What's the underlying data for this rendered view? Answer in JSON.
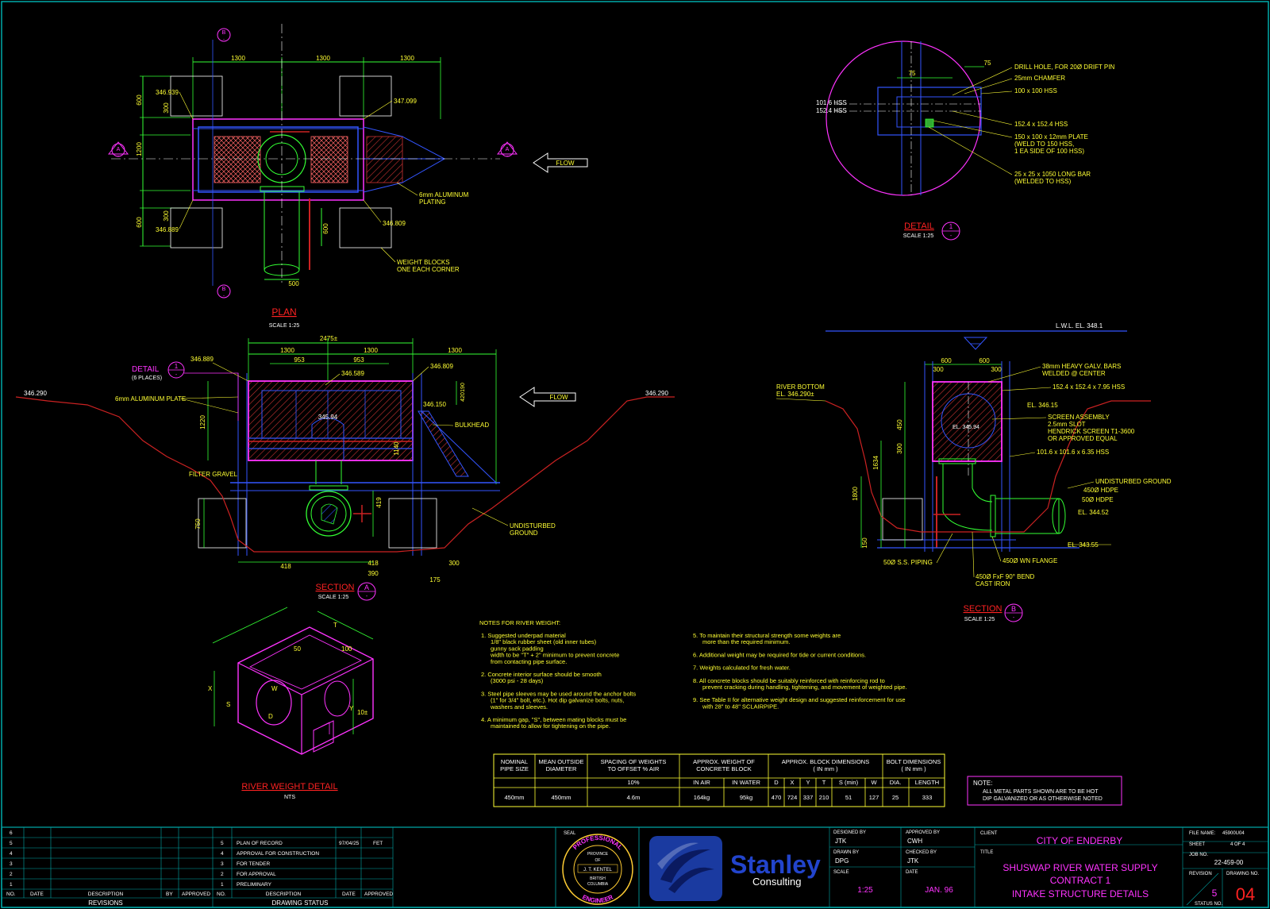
{
  "colors": {
    "background": "#000000",
    "dim": "#33ff33",
    "label": "#ffff33",
    "outline": "#ff33ff",
    "structure": "#3355ff",
    "section_title": "#ff2222",
    "ground": "#cc2222",
    "frame": "#00aaaa",
    "white": "#ffffff"
  },
  "plan": {
    "title": "PLAN",
    "scale": "SCALE 1:25",
    "dims_top": [
      "1300",
      "1300",
      "1300"
    ],
    "dims_left": [
      "600",
      "300",
      "1200",
      "300",
      "600"
    ],
    "dim_bottom": "500",
    "dim_right": "600",
    "elev_tl": "346.939",
    "elev_tr": "347.099",
    "elev_bl": "346.889",
    "elev_br": "346.809",
    "plating_note": [
      "6mm ALUMINUM",
      "PLATING"
    ],
    "blocks_note": [
      "WEIGHT BLOCKS",
      "ONE EACH CORNER"
    ],
    "flow": "FLOW",
    "marker_a": "A",
    "marker_b": "B",
    "marker_dash": "-"
  },
  "detail1": {
    "title": "DETAIL",
    "number": "1",
    "sub": "-",
    "scale": "SCALE 1:25",
    "dim_75a": "75",
    "dim_75b": "75",
    "hss_a": "101.6 HSS",
    "hss_b": "152.4 HSS",
    "notes": [
      "DRILL HOLE, FOR 20Ø DRIFT PIN",
      "25mm CHAMFER",
      "100 x 100 HSS",
      "152.4 x 152.4 HSS",
      "150 x 100 x 12mm PLATE",
      "(WELD TO 150 HSS,",
      "1 EA SIDE OF 100 HSS)",
      "25 x 25 x 1050 LONG BAR",
      "(WELDED TO HSS)"
    ]
  },
  "section_a": {
    "title": "SECTION",
    "letter": "A",
    "sub": "-",
    "scale": "SCALE 1:25",
    "detail_callout": "DETAIL",
    "detail_num": "1",
    "detail_sub": "-",
    "detail_places": "(6 PLACES)",
    "dims_top_total": "2475±",
    "dims_top": [
      "1300",
      "1300",
      "1300"
    ],
    "dims_inner": [
      "953",
      "953"
    ],
    "elev_left": "346.889",
    "elev_mid": "346.589",
    "elev_right": "346.809",
    "elev_inner": "345.94",
    "elev_150": "346.150",
    "dims_right_small": [
      "190",
      "420"
    ],
    "dim_1220": "1220",
    "dim_1140": "1140",
    "ground_left": "346.290",
    "ground_right": "346.290",
    "plate": "6mm ALUMINUM PLATE",
    "bulkhead": "BULKHEAD",
    "gravel": "FILTER GRAVEL",
    "undisturbed": [
      "UNDISTURBED",
      "GROUND"
    ],
    "dim_750": "750",
    "dim_419": "419",
    "dims_bottom": [
      "418",
      "418",
      "390",
      "300",
      "175"
    ],
    "flow": "FLOW"
  },
  "section_b": {
    "title": "SECTION",
    "letter": "B",
    "sub": "-",
    "scale": "SCALE 1:25",
    "lwl": "L.W.L. EL. 348.1",
    "river_bottom": [
      "RIVER BOTTOM",
      "EL. 346.290±"
    ],
    "dims_top": [
      "600",
      "600"
    ],
    "dims_small": [
      "300",
      "300"
    ],
    "bars": [
      "38mm HEAVY GALV. BARS",
      "WELDED @ CENTER"
    ],
    "hss1": "152.4 x 152.4 x 7.95 HSS",
    "el_1": "EL. 346.15",
    "el_inner": "EL. 345.94",
    "screen": [
      "SCREEN ASSEMBLY",
      "2.5mm SLOT",
      "HENDRICK SCREEN T1-3600",
      "OR APPROVED EQUAL"
    ],
    "hss2": "101.6 x 101.6 x 6.35 HSS",
    "undisturbed": "UNDISTURBED GROUND",
    "hdpe1": "450Ø HDPE",
    "hdpe2": "50Ø HDPE",
    "el_2": "EL. 344.52",
    "el_3": "EL. 343.55",
    "piping": "50Ø S.S. PIPING",
    "flange": "450Ø WN FLANGE",
    "bend": [
      "450Ø FxF 90° BEND",
      "CAST IRON"
    ],
    "dims_left": [
      "450",
      "300",
      "1634",
      "1800",
      "150"
    ]
  },
  "river_weight": {
    "title": "RIVER WEIGHT DETAIL",
    "scale": "NTS",
    "labels": [
      "50",
      "T",
      "100",
      "W",
      "S",
      "D",
      "X",
      "Y",
      "10±"
    ]
  },
  "notes_title": "NOTES FOR RIVER WEIGHT:",
  "notes_left": [
    [
      "1.  Suggested underpad material",
      "1/8\" black rubber sheet (old inner tubes)",
      "gunny sack padding",
      "width to be \"T\" + 2\" minimum to prevent concrete",
      "from contacting pipe surface."
    ],
    [
      "2.  Concrete interior surface should be smooth",
      "(3000 psi - 28 days)"
    ],
    [
      "3.  Steel pipe sleeves may be used around the anchor bolts",
      "(1\" for 3/4\" bolt, etc.). Hot dip galvanize bolts, nuts,",
      "washers and sleeves."
    ],
    [
      "4.  A minimum gap, \"S\", between mating blocks must be",
      "maintained to allow for tightening on the pipe."
    ]
  ],
  "notes_right": [
    [
      "5.  To maintain their structural strength some weights are",
      "more than the required minimum."
    ],
    [
      "6.  Additional weight may be required for tide or current conditions."
    ],
    [
      "7.  Weights calculated for fresh water."
    ],
    [
      "8.  All concrete blocks should be suitably reinforced with reinforcing rod to",
      "prevent cracking during handling, tightening, and movement of weighted pipe."
    ],
    [
      "9.  See Table II for alternative weight design and suggested reinforcement for use",
      "with 28\" to 48\" SCLAIRPIPE."
    ]
  ],
  "table": {
    "h_nominal": [
      "NOMINAL",
      "PIPE SIZE"
    ],
    "h_mean": [
      "MEAN OUTSIDE",
      "DIAMETER"
    ],
    "h_spacing": [
      "SPACING OF WEIGHTS",
      "TO OFFSET % AIR"
    ],
    "h_spacing_sub": "10%",
    "h_weight": [
      "APPROX. WEIGHT OF",
      "CONCRETE BLOCK"
    ],
    "h_in_air": "IN AIR",
    "h_in_water": "IN WATER",
    "h_dims": [
      "APPROX. BLOCK DIMENSIONS",
      "( IN mm )"
    ],
    "h_dim_cols": [
      "D",
      "X",
      "Y",
      "T",
      "S (min)",
      "W"
    ],
    "h_bolt": [
      "BOLT DIMENSIONS",
      "( IN mm )"
    ],
    "h_bolt_cols": [
      "DIA.",
      "LENGTH"
    ],
    "row": [
      "450mm",
      "450mm",
      "4.6m",
      "164kg",
      "95kg",
      "470",
      "724",
      "337",
      "210",
      "51",
      "127",
      "25",
      "333"
    ]
  },
  "note_box": {
    "title": "NOTE:",
    "lines": [
      "ALL METAL PARTS SHOWN ARE TO BE HOT",
      "DIP GALVANIZED OR AS OTHERWISE NOTED"
    ]
  },
  "title_block": {
    "revisions": {
      "numbers": [
        "6",
        "5",
        "4",
        "3",
        "2",
        "1"
      ],
      "head": [
        "NO.",
        "DATE",
        "DESCRIPTION",
        "BY",
        "APPROVED"
      ],
      "label": "REVISIONS"
    },
    "status": {
      "rows": [
        [
          "5",
          "PLAN OF RECORD",
          "97/04/25",
          "FET"
        ],
        [
          "4",
          "APPROVAL FOR CONSTRUCTION",
          "",
          ""
        ],
        [
          "3",
          "FOR TENDER",
          "",
          ""
        ],
        [
          "2",
          "FOR APPROVAL",
          "",
          ""
        ],
        [
          "1",
          "PRELIMINARY",
          "",
          ""
        ]
      ],
      "head": [
        "NO.",
        "DESCRIPTION",
        "DATE",
        "APPROVED"
      ],
      "label": "DRAWING STATUS"
    },
    "seal": {
      "label": "SEAL",
      "ring_top": "PROFESSIONAL",
      "ring_bottom": "ENGINEER",
      "province": "PROVINCE",
      "of": "OF",
      "name": "J. T. KENTEL",
      "region": [
        "BRITISH",
        "COLUMBIA"
      ]
    },
    "company": {
      "name": "Stanley",
      "sub": "Consulting"
    },
    "designed_by_label": "DESIGNED BY",
    "designed_by": "JTK",
    "approved_by_label": "APPROVED BY",
    "approved_by": "CWH",
    "drawn_by_label": "DRAWN BY",
    "drawn_by": "DPG",
    "checked_by_label": "CHECKED BY",
    "checked_by": "JTK",
    "scale_label": "SCALE",
    "scale": "1:25",
    "date_label": "DATE",
    "date": "JAN. 96",
    "client_label": "CLIENT",
    "client": "CITY OF ENDERBY",
    "title_label": "TITLE",
    "title_lines": [
      "SHUSWAP RIVER WATER SUPPLY",
      "CONTRACT 1",
      "INTAKE STRUCTURE DETAILS"
    ],
    "file_name_label": "FILE NAME:",
    "file_name": "45900U04",
    "sheet_label": "SHEET",
    "sheet": "4 OF 4",
    "job_label": "JOB NO.",
    "job_no": "22-459-00",
    "revision_label": "REVISION",
    "revision": "5",
    "status_no_label": "STATUS NO.",
    "drawing_no_label": "DRAWING NO.",
    "drawing_no": "04"
  }
}
